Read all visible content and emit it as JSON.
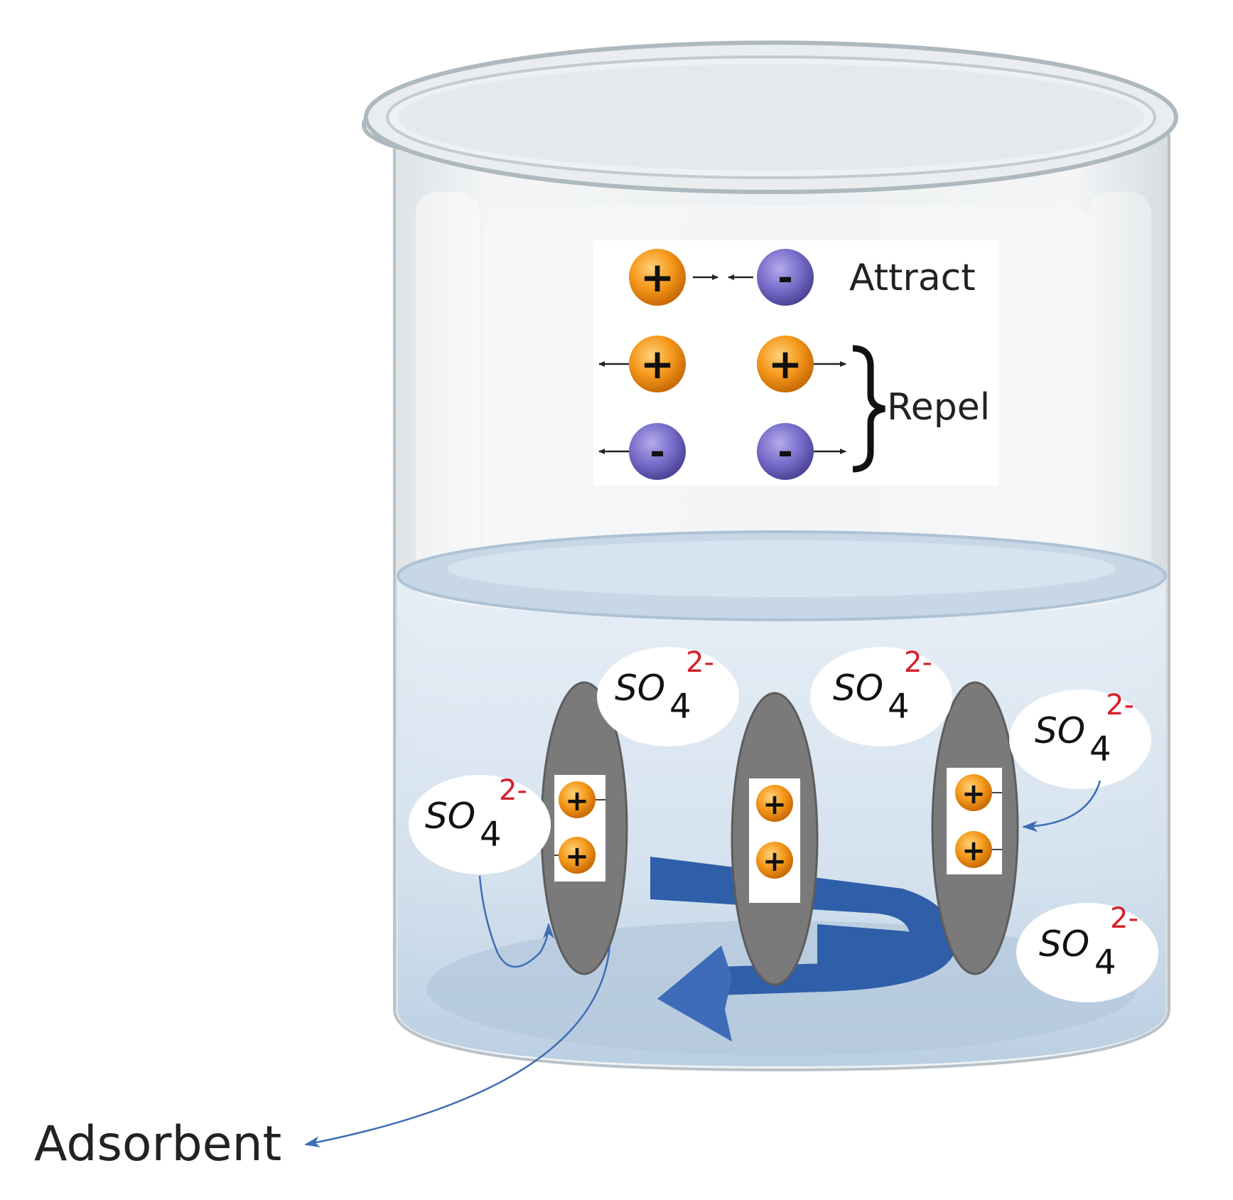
{
  "legend": {
    "attract_label": "Attract",
    "repel_label": "Repel"
  },
  "labels": {
    "adsorbent": "Adsorbent"
  },
  "ion": {
    "formula": "SO",
    "subscript": "4",
    "charge": "2-"
  },
  "charges": {
    "positive": "+",
    "negative": "-"
  },
  "colors": {
    "positive_charge": "#f08c12",
    "negative_charge": "#6e63c0",
    "adsorbent": "#7a7a7a",
    "stir_arrow": "#2f5fa8",
    "ion_charge_text": "#d4202a"
  }
}
